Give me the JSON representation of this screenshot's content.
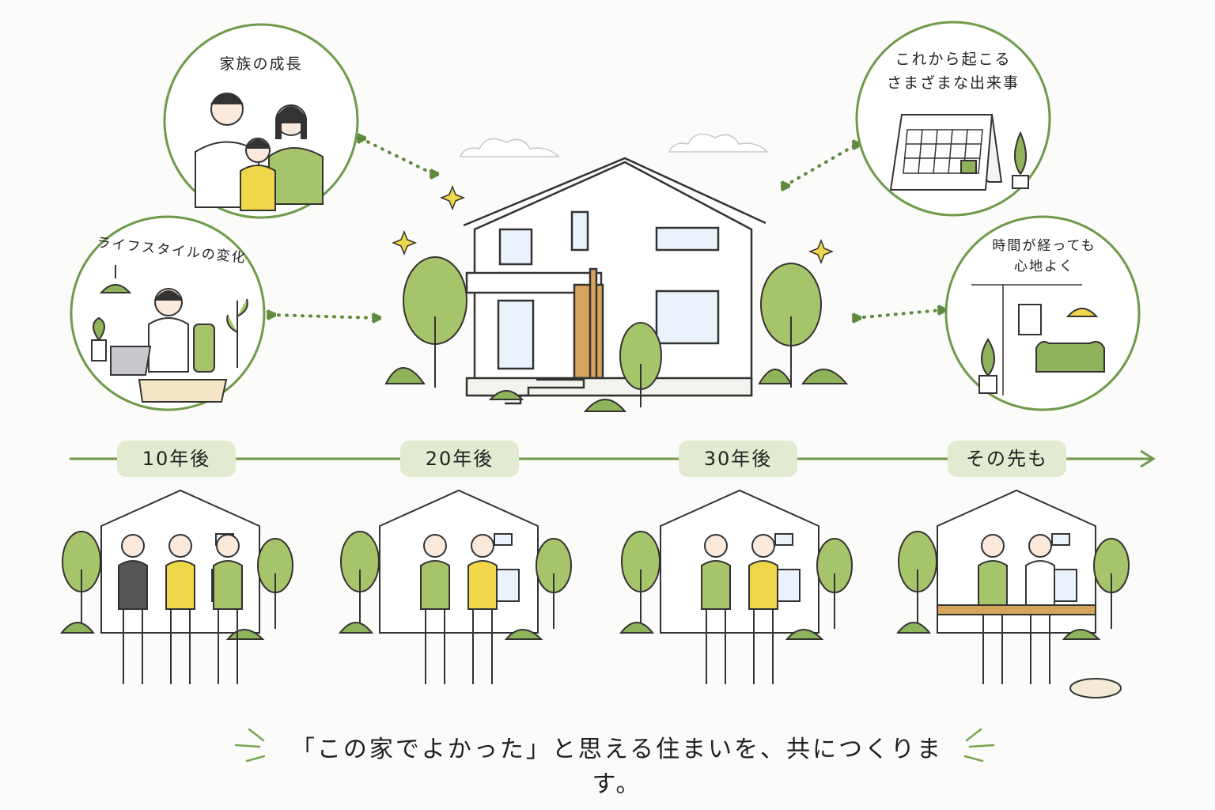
{
  "circles": {
    "family": {
      "label": "家族の成長"
    },
    "lifestyle": {
      "label": "ライフスタイルの変化"
    },
    "events": {
      "line1": "これから起こる",
      "line2": "さまざまな出来事"
    },
    "comfort": {
      "line1": "時間が経っても",
      "line2": "心地よく"
    }
  },
  "timeline": {
    "milestones": [
      {
        "label": "10年後"
      },
      {
        "label": "20年後"
      },
      {
        "label": "30年後"
      },
      {
        "label": "その先も"
      }
    ]
  },
  "tagline": "「この家でよかった」と思える住まいを、共につくります。",
  "colors": {
    "accent": "#6e9a4a",
    "badge": "#e2ead1",
    "tree": "#a6c46a",
    "yellow": "#f0d64a",
    "wood": "#d6a45a"
  }
}
